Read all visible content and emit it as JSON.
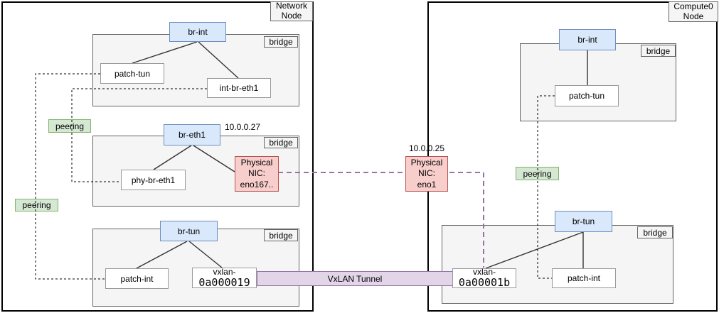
{
  "panels": {
    "network": {
      "title": "Network Node"
    },
    "compute": {
      "title": "Compute0 Node"
    }
  },
  "labels": {
    "bridge_tag": "bridge",
    "peering": "peering",
    "vxlan_tunnel": "VxLAN Tunnel"
  },
  "bridges": {
    "br_int": "br-int",
    "br_eth1": "br-eth1",
    "br_tun": "br-tun"
  },
  "ports": {
    "patch_tun": "patch-tun",
    "int_br_eth1": "int-br-eth1",
    "phy_br_eth1": "phy-br-eth1",
    "patch_int": "patch-int"
  },
  "vxlan_ports": {
    "network": {
      "line1": "vxlan-",
      "line2": "0a000019"
    },
    "compute": {
      "line1": "vxlan-",
      "line2": "0a00001b"
    }
  },
  "nics": {
    "network": {
      "line1": "Physical",
      "line2": "NIC:",
      "line3": "eno167..",
      "ip": "10.0.0.27"
    },
    "compute": {
      "line1": "Physical",
      "line2": "NIC:",
      "line3": "eno1",
      "ip": "10.0.0.25"
    }
  },
  "colors": {
    "bridge_fill": "#dae8fc",
    "bridge_stroke": "#6c8ebf",
    "peering_fill": "#d5e8d4",
    "peering_stroke": "#82b366",
    "nic_fill": "#f8cecc",
    "nic_stroke": "#b85450",
    "tunnel_fill": "#e1d5e7",
    "tunnel_stroke": "#9673a6",
    "container_fill": "#f5f5f5",
    "container_stroke": "#666666"
  }
}
